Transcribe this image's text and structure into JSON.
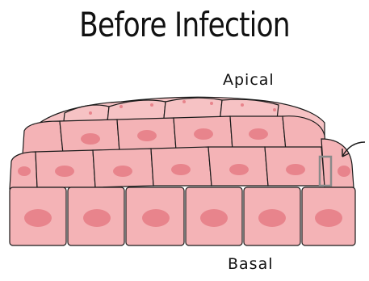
{
  "diagram": {
    "title": "Before Infection",
    "labels": {
      "apical": "Apical",
      "basal": "Basal"
    },
    "colors": {
      "cell_fill": "#f4b3b6",
      "cell_fill_back": "#f6c2c4",
      "nucleus": "#e8848c",
      "outline": "#1a1a1a",
      "highlight_box": "#8a8a8a"
    },
    "icons": [
      "arrow-icon"
    ]
  }
}
